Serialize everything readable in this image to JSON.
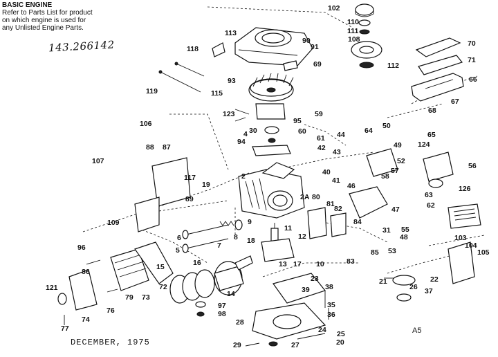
{
  "header": {
    "title": "BASIC ENGINE",
    "lines": [
      "Refer to Parts List for product",
      "on which engine is used for",
      "any Unlisted Engine Parts."
    ]
  },
  "handwritten_model": "143.266142",
  "date": "DECEMBER, 1975",
  "drawing_code": "A5",
  "callouts": [
    {
      "label": "102"
    },
    {
      "label": "110"
    },
    {
      "label": "111"
    },
    {
      "label": "108"
    },
    {
      "label": "112"
    },
    {
      "label": "113"
    },
    {
      "label": "90"
    },
    {
      "label": "91"
    },
    {
      "label": "69"
    },
    {
      "label": "93"
    },
    {
      "label": "118"
    },
    {
      "label": "119"
    },
    {
      "label": "115"
    },
    {
      "label": "123"
    },
    {
      "label": "70"
    },
    {
      "label": "71"
    },
    {
      "label": "66"
    },
    {
      "label": "67"
    },
    {
      "label": "68"
    },
    {
      "label": "30"
    },
    {
      "label": "4"
    },
    {
      "label": "94"
    },
    {
      "label": "95"
    },
    {
      "label": "59"
    },
    {
      "label": "60"
    },
    {
      "label": "61"
    },
    {
      "label": "44"
    },
    {
      "label": "42"
    },
    {
      "label": "43"
    },
    {
      "label": "64"
    },
    {
      "label": "50"
    },
    {
      "label": "49"
    },
    {
      "label": "65"
    },
    {
      "label": "124"
    },
    {
      "label": "56"
    },
    {
      "label": "106"
    },
    {
      "label": "88"
    },
    {
      "label": "87"
    },
    {
      "label": "107"
    },
    {
      "label": "52"
    },
    {
      "label": "57"
    },
    {
      "label": "58"
    },
    {
      "label": "117"
    },
    {
      "label": "19"
    },
    {
      "label": "2"
    },
    {
      "label": "40"
    },
    {
      "label": "41"
    },
    {
      "label": "46"
    },
    {
      "label": "63"
    },
    {
      "label": "62"
    },
    {
      "label": "126"
    },
    {
      "label": "89"
    },
    {
      "label": "2A"
    },
    {
      "label": "80"
    },
    {
      "label": "81"
    },
    {
      "label": "47"
    },
    {
      "label": "109"
    },
    {
      "label": "82"
    },
    {
      "label": "9"
    },
    {
      "label": "84"
    },
    {
      "label": "55"
    },
    {
      "label": "11"
    },
    {
      "label": "31"
    },
    {
      "label": "48"
    },
    {
      "label": "6"
    },
    {
      "label": "7"
    },
    {
      "label": "8"
    },
    {
      "label": "12"
    },
    {
      "label": "18"
    },
    {
      "label": "53"
    },
    {
      "label": "5"
    },
    {
      "label": "103"
    },
    {
      "label": "104"
    },
    {
      "label": "105"
    },
    {
      "label": "96"
    },
    {
      "label": "85"
    },
    {
      "label": "83"
    },
    {
      "label": "13"
    },
    {
      "label": "17"
    },
    {
      "label": "10"
    },
    {
      "label": "86"
    },
    {
      "label": "16"
    },
    {
      "label": "15"
    },
    {
      "label": "72"
    },
    {
      "label": "21"
    },
    {
      "label": "22"
    },
    {
      "label": "23"
    },
    {
      "label": "38"
    },
    {
      "label": "39"
    },
    {
      "label": "37"
    },
    {
      "label": "26"
    },
    {
      "label": "79"
    },
    {
      "label": "73"
    },
    {
      "label": "14"
    },
    {
      "label": "76"
    },
    {
      "label": "121"
    },
    {
      "label": "97"
    },
    {
      "label": "98"
    },
    {
      "label": "35"
    },
    {
      "label": "74"
    },
    {
      "label": "28"
    },
    {
      "label": "36"
    },
    {
      "label": "77"
    },
    {
      "label": "24"
    },
    {
      "label": "25"
    },
    {
      "label": "29"
    },
    {
      "label": "27"
    },
    {
      "label": "20"
    }
  ]
}
